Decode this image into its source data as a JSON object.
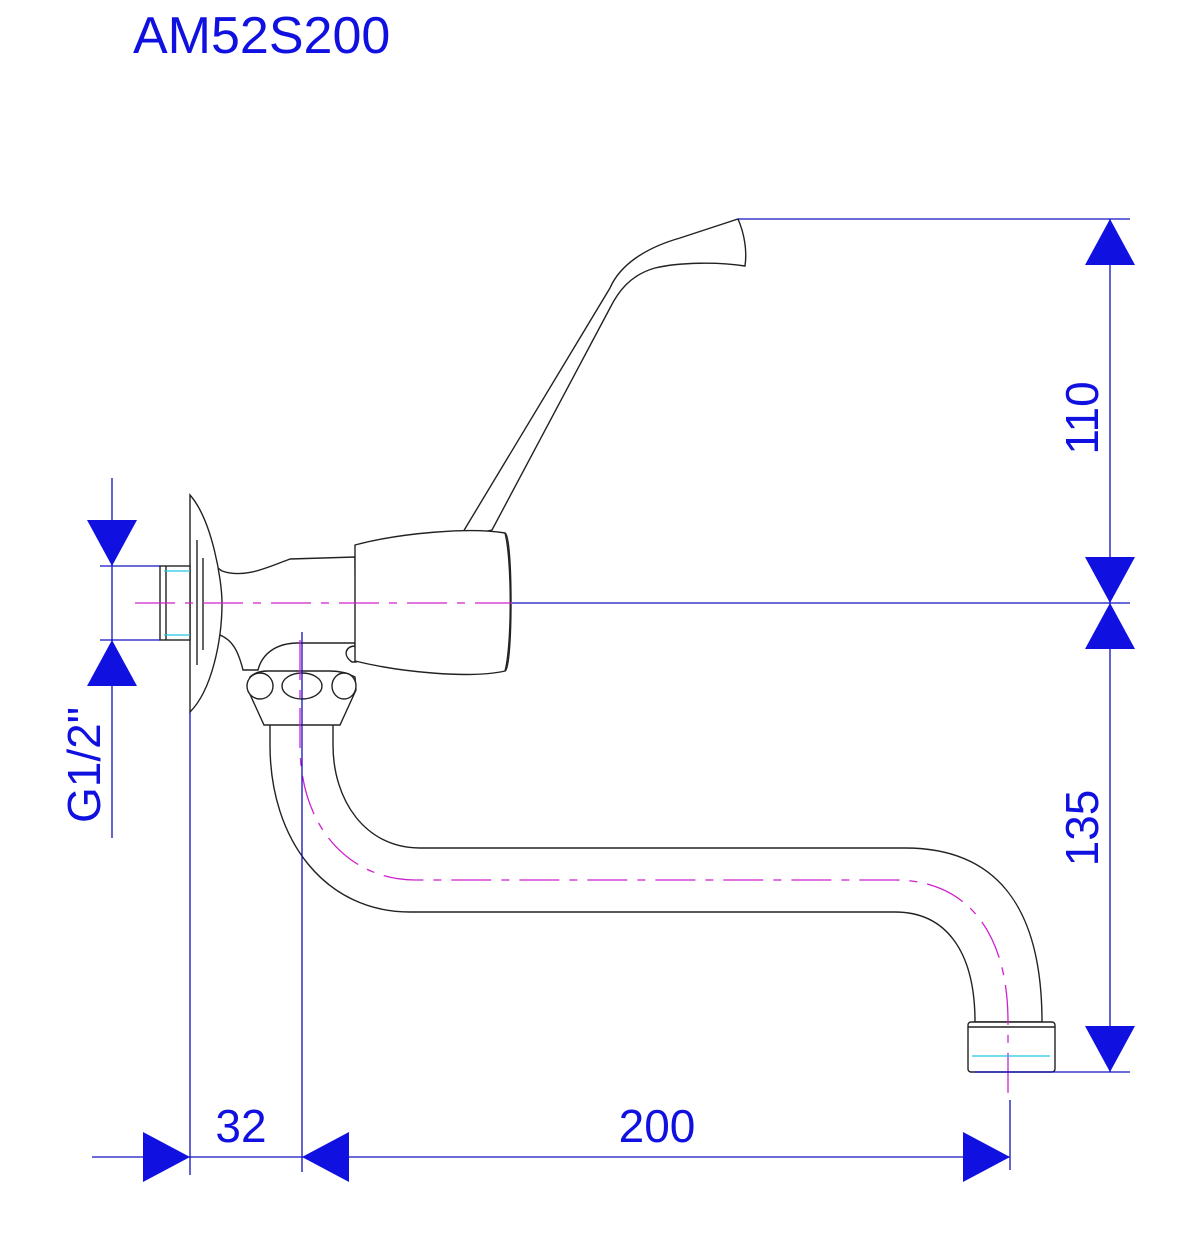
{
  "title": "AM52S200",
  "dimensions": {
    "thread": "G1/2\"",
    "lever_height": "110",
    "spout_drop": "135",
    "wall_offset": "32",
    "spout_reach": "200"
  },
  "colors": {
    "dimension": "#1010e0",
    "centerline": "#d020d0",
    "thread_line": "#20c8e0",
    "outline": "#222222"
  }
}
